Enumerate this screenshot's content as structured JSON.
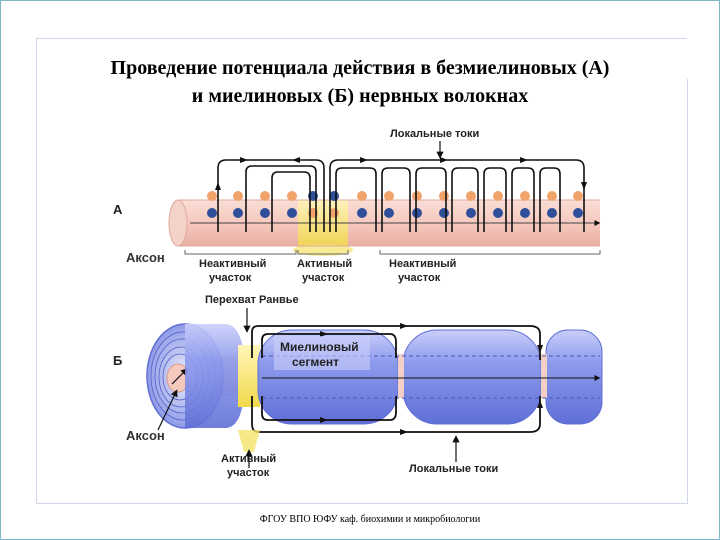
{
  "slide": {
    "title_line1": "Проведение потенциала действия в безмиелиновых (А)",
    "title_line2": "и миелиновых (Б) нервных волокнах",
    "footer": "ФГОУ ВПО ЮФУ каф. биохимии и микробиологии"
  },
  "diagram": {
    "panel_a": {
      "letter": "А",
      "local_currents": "Локальные токи",
      "axon": "Аксон",
      "inactive_left_1": "Неактивный",
      "inactive_left_2": "участок",
      "active_1": "Активный",
      "active_2": "участок",
      "inactive_right_1": "Неактивный",
      "inactive_right_2": "участок"
    },
    "panel_b": {
      "letter": "Б",
      "node_of_ranvier": "Перехват Ранвье",
      "myelin_1": "Миелиновый",
      "myelin_2": "сегмент",
      "axon": "Аксон",
      "active_1": "Активный",
      "active_2": "участок",
      "local_currents": "Локальные токи"
    },
    "colors": {
      "axon_pink": "#f6c9bf",
      "myelin_blue": "#7f8de6",
      "active_yellow": "#f5e36a",
      "plus_orange": "#f0a36a",
      "minus_blue": "#2f4f9a"
    }
  }
}
